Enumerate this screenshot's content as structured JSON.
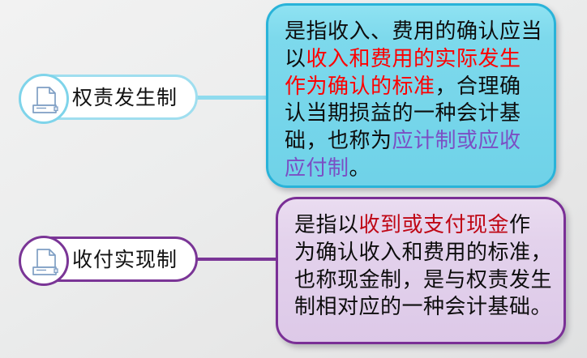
{
  "diagram": {
    "type": "mind-map",
    "background_color": "#ececec",
    "nodes": [
      {
        "id": "accrual",
        "label": "权责发生制",
        "icon": "printer-document-icon",
        "accent_color": "#7fd4ea",
        "callout": {
          "fill_color": "#7dd9ec",
          "border_color": "#29b3d9",
          "segments": [
            {
              "text": "是指收入、费用的确认应当以",
              "style": "normal"
            },
            {
              "text": "收入和费用的实际发生作为确认的标准",
              "style": "red-bright"
            },
            {
              "text": "，合理确认当期损益的一种会计基础，也称为",
              "style": "normal"
            },
            {
              "text": "应计制或应收应付制",
              "style": "purple"
            },
            {
              "text": "。",
              "style": "normal"
            }
          ]
        }
      },
      {
        "id": "cash-basis",
        "label": "收付实现制",
        "icon": "printer-document-icon",
        "accent_color": "#7a3596",
        "callout": {
          "fill_color": "#e3d2ec",
          "border_color": "#7a2f96",
          "segments": [
            {
              "text": "是指以",
              "style": "normal"
            },
            {
              "text": "收到或支付现金",
              "style": "red-dark"
            },
            {
              "text": "作为确认收入和费用的标准，也称现金制，是与权责发生制相对应的一种会计基础。",
              "style": "normal"
            }
          ]
        }
      }
    ]
  }
}
